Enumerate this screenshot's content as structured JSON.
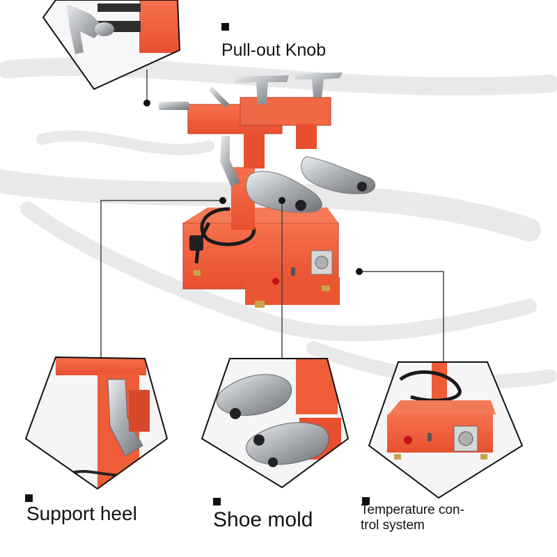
{
  "labels": {
    "pull_out_knob": "Pull-out Knob",
    "support_heel": "Support heel",
    "shoe_mold": "Shoe mold",
    "temperature_control_line1": "Temperature con-",
    "temperature_control_line2": "trol system"
  },
  "colors": {
    "machine_orange": "#f2603c",
    "machine_dark": "#d94a2a",
    "metal": "#b9bcc0",
    "callout_line": "#444444",
    "watermark": "#e6e6e6"
  }
}
